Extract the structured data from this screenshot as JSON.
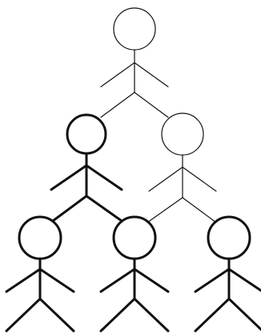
{
  "diagram": {
    "figures": [
      {
        "id": "top",
        "style": "thin"
      },
      {
        "id": "mid-left",
        "style": "bold"
      },
      {
        "id": "mid-right",
        "style": "thin"
      },
      {
        "id": "bottom-left",
        "style": "bold"
      },
      {
        "id": "bottom-center",
        "style": "bold"
      },
      {
        "id": "bottom-right",
        "style": "bold"
      }
    ],
    "colors": {
      "stroke": "#111111",
      "background": "#ffffff"
    }
  }
}
